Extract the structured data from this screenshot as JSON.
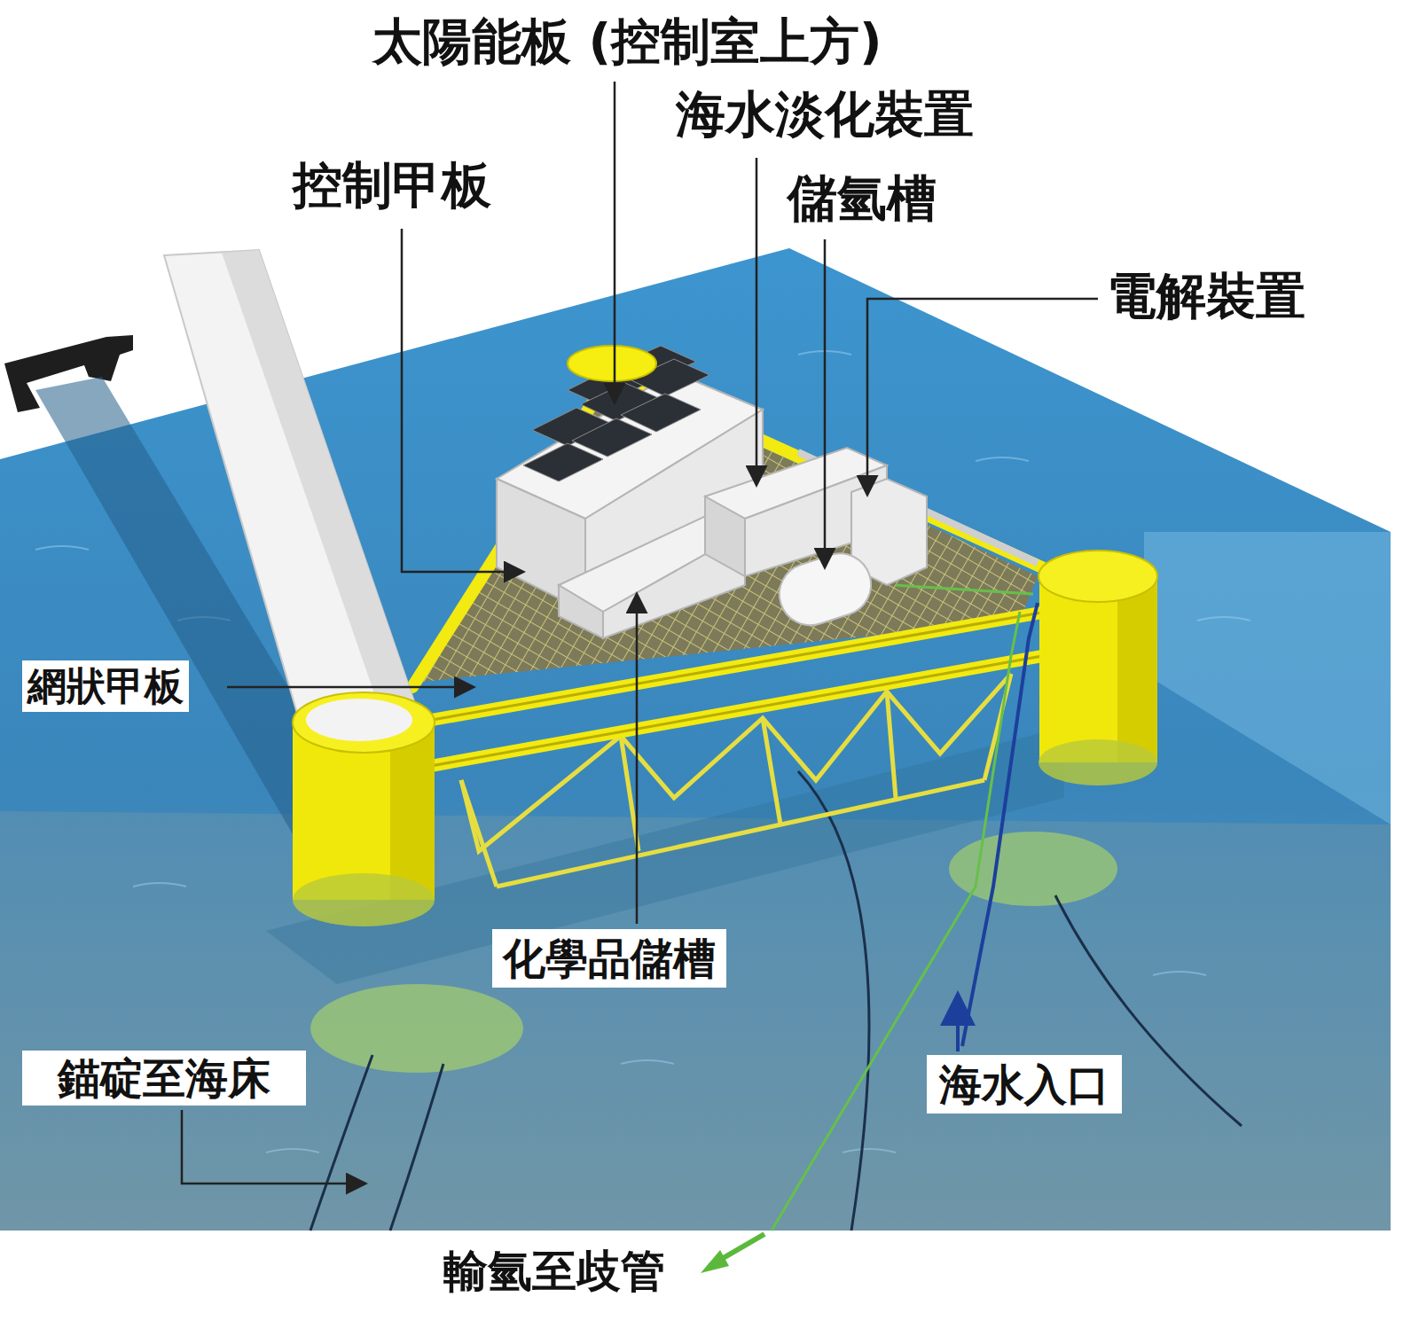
{
  "diagram": {
    "nodes": [
      {
        "text": [
          "網狀甲板"
        ]
      },
      {
        "text": [
          "化學品儲槽"
        ]
      },
      {
        "text": [
          "錨碇至海床"
        ]
      },
      {
        "text": [
          "海水入口"
        ]
      }
    ],
    "labels": [
      "太陽能板 (控制室上方)",
      "海水淡化裝置",
      "控制甲板",
      "儲氫槽",
      "電解裝置",
      "輸氫至歧管"
    ]
  }
}
